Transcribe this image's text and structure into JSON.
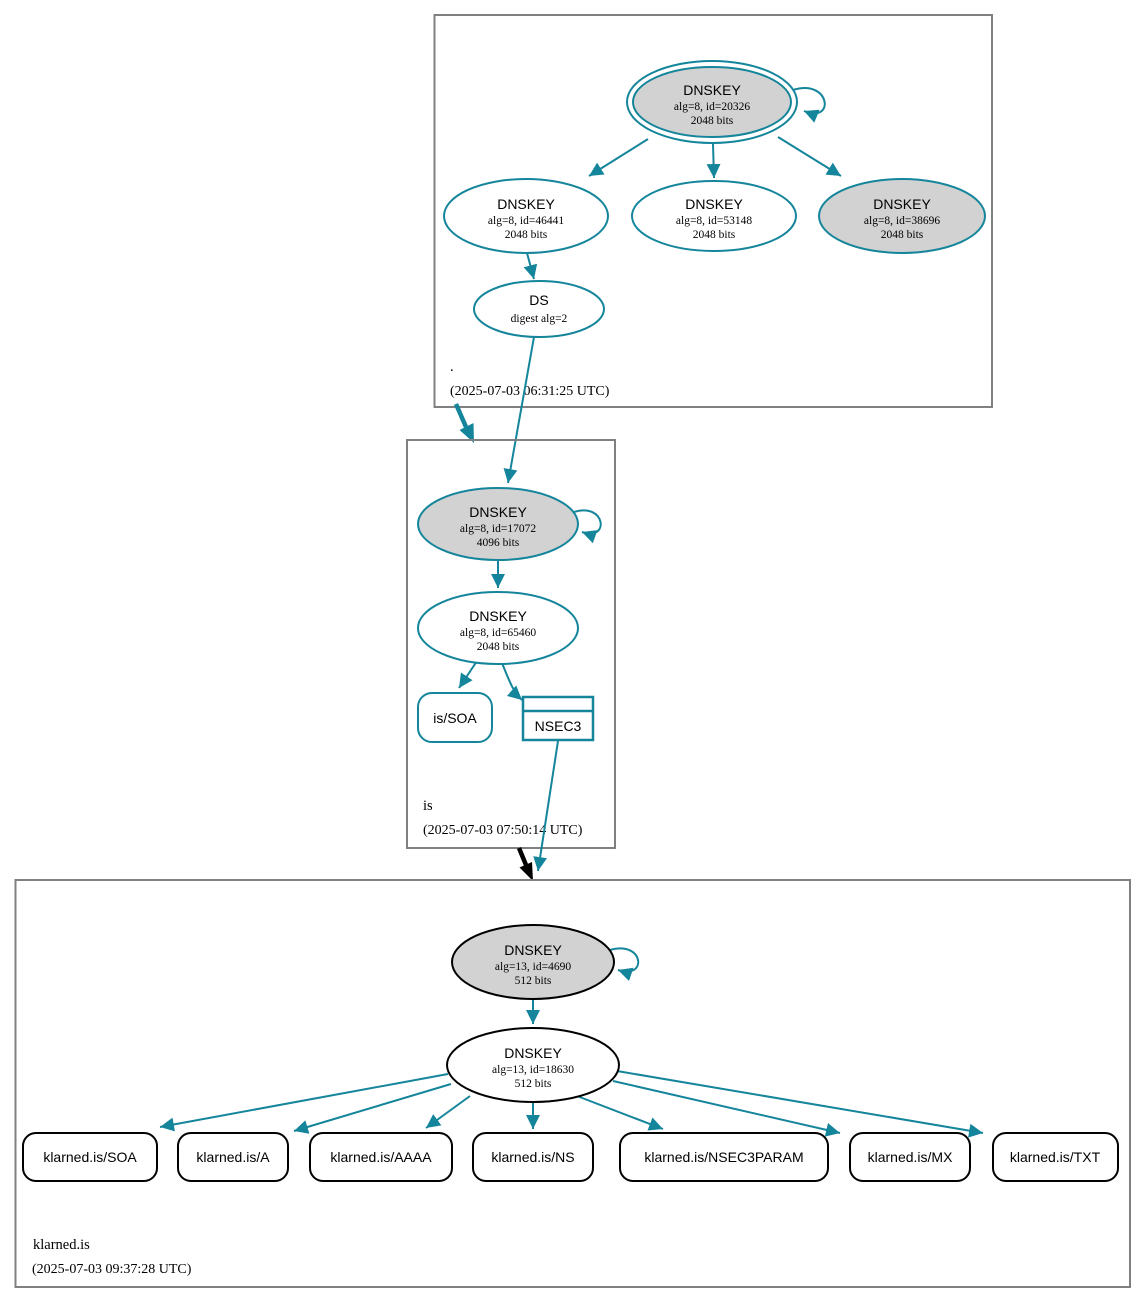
{
  "diagram": {
    "type": "dnssec-authentication-chain",
    "colors": {
      "secure_edge": "#14859b",
      "insecure_edge": "#000000",
      "ksk_fill": "#d2d2d2",
      "zone_box_border": "#808080",
      "node_fill": "#ffffff"
    },
    "zones": [
      {
        "label": ".",
        "timestamp": "(2025-07-03 06:31:25 UTC)",
        "nodes": {
          "ksk": {
            "title": "DNSKEY",
            "alg": "alg=8, id=20326",
            "bits": "2048 bits"
          },
          "zsk1": {
            "title": "DNSKEY",
            "alg": "alg=8, id=46441",
            "bits": "2048 bits"
          },
          "zsk2": {
            "title": "DNSKEY",
            "alg": "alg=8, id=53148",
            "bits": "2048 bits"
          },
          "zsk3": {
            "title": "DNSKEY",
            "alg": "alg=8, id=38696",
            "bits": "2048 bits"
          },
          "ds": {
            "title": "DS",
            "detail": "digest alg=2"
          }
        }
      },
      {
        "label": "is",
        "timestamp": "(2025-07-03 07:50:14 UTC)",
        "nodes": {
          "ksk": {
            "title": "DNSKEY",
            "alg": "alg=8, id=17072",
            "bits": "4096 bits"
          },
          "zsk": {
            "title": "DNSKEY",
            "alg": "alg=8, id=65460",
            "bits": "2048 bits"
          },
          "soa": {
            "label": "is/SOA"
          },
          "nsec3": {
            "label": "NSEC3"
          }
        }
      },
      {
        "label": "klarned.is",
        "timestamp": "(2025-07-03 09:37:28 UTC)",
        "nodes": {
          "ksk": {
            "title": "DNSKEY",
            "alg": "alg=13, id=4690",
            "bits": "512 bits"
          },
          "zsk": {
            "title": "DNSKEY",
            "alg": "alg=13, id=18630",
            "bits": "512 bits"
          }
        },
        "records": [
          {
            "label": "klarned.is/SOA"
          },
          {
            "label": "klarned.is/A"
          },
          {
            "label": "klarned.is/AAAA"
          },
          {
            "label": "klarned.is/NS"
          },
          {
            "label": "klarned.is/NSEC3PARAM"
          },
          {
            "label": "klarned.is/MX"
          },
          {
            "label": "klarned.is/TXT"
          }
        ]
      }
    ]
  }
}
